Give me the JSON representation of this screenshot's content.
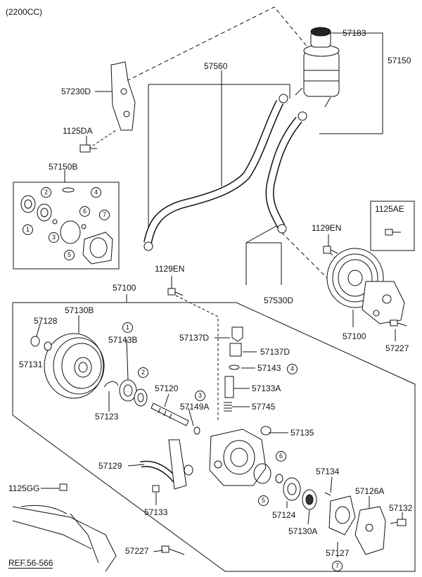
{
  "header": {
    "engine": "(2200CC)"
  },
  "labels": {
    "p57183": "57183",
    "p57150": "57150",
    "p57560": "57560",
    "p57230D": "57230D",
    "p1125DA": "1125DA",
    "p57150B": "57150B",
    "p1125AE": "1125AE",
    "p1129EN_a": "1129EN",
    "p1129EN_b": "1129EN",
    "p57100_a": "57100",
    "p57100_b": "57100",
    "p57530D": "57530D",
    "p57227_a": "57227",
    "p57227_b": "57227",
    "p57130B": "57130B",
    "p57128": "57128",
    "p57143B": "57143B",
    "p57131": "57131",
    "p57137D_a": "57137D",
    "p57137D_b": "57137D",
    "p57143": "57143",
    "p57133A": "57133A",
    "p57120": "57120",
    "p57149A": "57149A",
    "p57745": "57745",
    "p57123": "57123",
    "p57135": "57135",
    "p57129": "57129",
    "p57134": "57134",
    "p1125GG": "1125GG",
    "p57133": "57133",
    "p57126A": "57126A",
    "p57132": "57132",
    "p57124": "57124",
    "p57130A": "57130A",
    "p57127": "57127",
    "ref": "REF.56-566"
  },
  "callouts": {
    "c1": "1",
    "c2": "2",
    "c3": "3",
    "c4": "4",
    "c5": "5",
    "c6": "6",
    "c7": "7",
    "d1": "1",
    "d2": "2",
    "d3": "3",
    "d4": "4",
    "d5": "5",
    "d6": "6",
    "d7": "7"
  }
}
